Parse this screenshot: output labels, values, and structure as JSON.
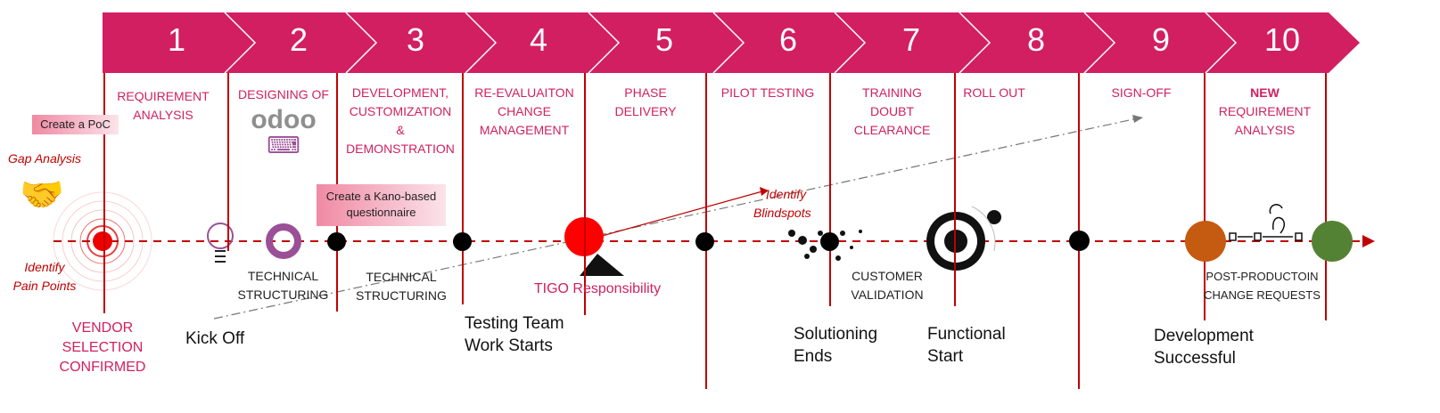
{
  "steps": [
    "1",
    "2",
    "3",
    "4",
    "5",
    "6",
    "7",
    "8",
    "9",
    "10"
  ],
  "phases": {
    "p1": [
      "REQUIREMENT",
      "ANALYSIS"
    ],
    "p2": "DESIGNING OF",
    "p2_logo": "odoo",
    "p3": [
      "DEVELOPMENT,",
      "CUSTOMIZATION",
      "&",
      "DEMONSTRATION"
    ],
    "p4": [
      "RE-EVALUAITON",
      "CHANGE",
      "MANAGEMENT"
    ],
    "p5": [
      "PHASE",
      "DELIVERY"
    ],
    "p6": "PILOT TESTING",
    "p7": [
      "TRAINING",
      "DOUBT",
      "CLEARANCE"
    ],
    "p8": "ROLL OUT",
    "p9": "SIGN-OFF",
    "p10": [
      "NEW",
      "REQUIREMENT",
      "ANALYSIS"
    ]
  },
  "notes": {
    "poc": "Create a PoC",
    "kano": [
      "Create a Kano-based",
      "questionnaire"
    ]
  },
  "italics": {
    "gap": "Gap Analysis",
    "pain": [
      "Identify",
      "Pain Points"
    ],
    "blind": [
      "Identify",
      "Blindspots"
    ]
  },
  "labels": {
    "vendor": [
      "VENDOR",
      "SELECTION",
      "CONFIRMED"
    ],
    "tech1": [
      "TECHNICAL",
      "STRUCTURING"
    ],
    "tech2": [
      "TECHNICAL",
      "STRUCTURING"
    ],
    "tigo": "TIGO Responsibility",
    "customer": [
      "CUSTOMER",
      "VALIDATION"
    ],
    "post": [
      "POST-PRODUCTOIN",
      "CHANGE REQUESTS"
    ]
  },
  "milestones": {
    "kickoff": "Kick Off",
    "testing": [
      "Testing Team",
      "Work Starts"
    ],
    "solutioning": [
      "Solutioning",
      "Ends"
    ],
    "functional": [
      "Functional",
      "Start"
    ],
    "development": [
      "Development",
      "Successful"
    ]
  },
  "colors": {
    "banner": "#d21f62",
    "line": "#c00000",
    "orange": "#c55a11",
    "green": "#548235",
    "purple": "#9b4f96"
  }
}
